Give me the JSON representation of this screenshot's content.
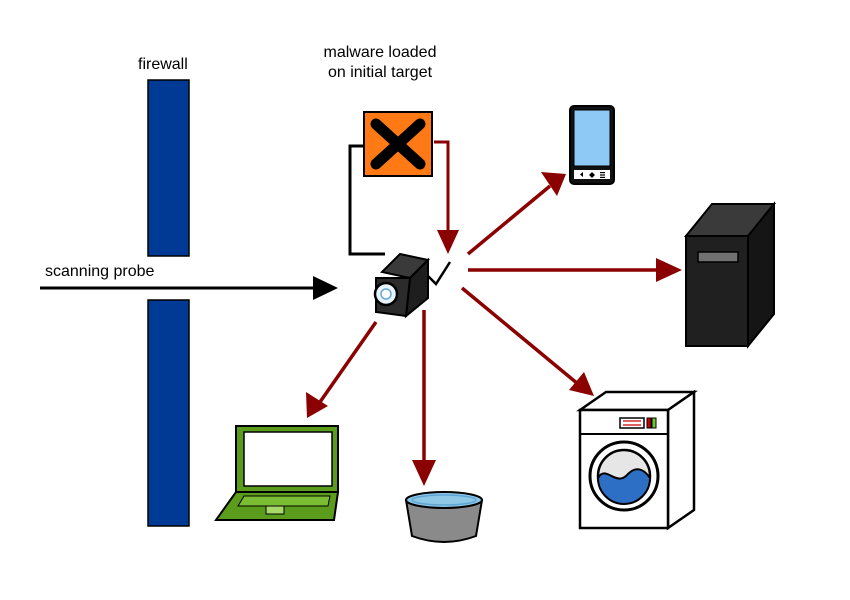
{
  "labels": {
    "firewall": "firewall",
    "scanning_probe": "scanning probe",
    "malware_line1": "malware loaded",
    "malware_line2": "on initial target"
  },
  "nodes": {
    "initial_target": "camera-icon",
    "malware": "hazard-x-icon",
    "targets": [
      "smartphone-icon",
      "server-tower-icon",
      "washing-machine-icon",
      "bucket-icon",
      "laptop-icon"
    ]
  },
  "colors": {
    "firewall": "#003a95",
    "attack_arrow": "#8b0000",
    "probe_arrow": "#000000",
    "hazard": "#ff7a14",
    "phone_screen": "#8ec8f4",
    "laptop_body": "#5c9c1c",
    "washer_drum": "#2e6fc6",
    "bucket_water": "#8fc7e6"
  }
}
